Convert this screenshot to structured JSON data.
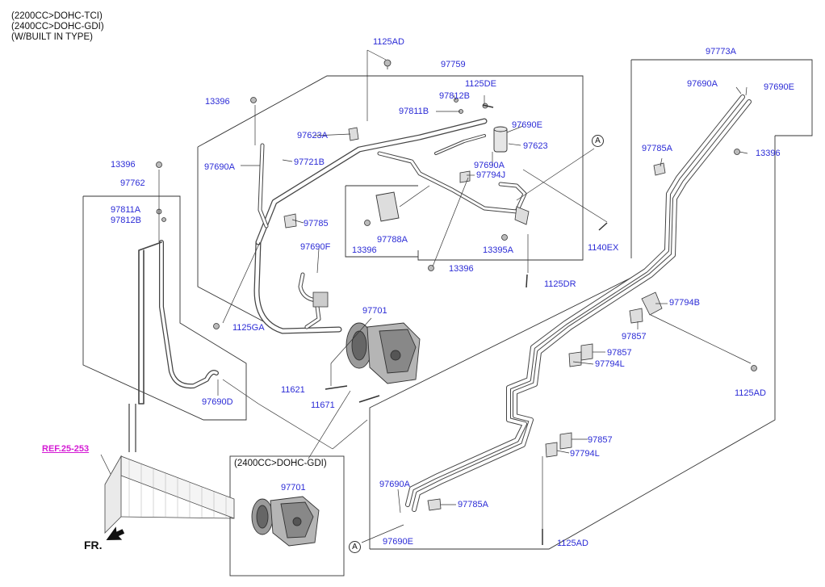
{
  "header_notes": [
    "(2200CC>DOHC-TCI)",
    "(2400CC>DOHC-GDI)",
    "(W/BUILT IN TYPE)"
  ],
  "inset_title": "(2400CC>DOHC-GDI)",
  "reference": "REF.25-253",
  "front_marker": "FR.",
  "callout_letter": "A",
  "part_labels": {
    "p1125AD_top": "1125AD",
    "p97759": "97759",
    "p1125DE": "1125DE",
    "p97812B_top": "97812B",
    "p97811B": "97811B",
    "p13396_a": "13396",
    "p97690E_mid": "97690E",
    "p97623A": "97623A",
    "p97623": "97623",
    "p97690A_a": "97690A",
    "p97721B": "97721B",
    "p97690A_b": "97690A",
    "p97794J": "97794J",
    "p13396_b": "13396",
    "p97762": "97762",
    "p97811A": "97811A",
    "p97812B_left": "97812B",
    "p97785": "97785",
    "p97788A": "97788A",
    "p13396_c": "13396",
    "p13395A": "13395A",
    "p1140EX": "1140EX",
    "p97690F": "97690F",
    "p13396_d": "13396",
    "p1125DR": "1125DR",
    "p97701": "97701",
    "p1125GA": "1125GA",
    "p11621": "11621",
    "p11671": "11671",
    "p97690D": "97690D",
    "p97701_inset": "97701",
    "p97773A": "97773A",
    "p97690A_r": "97690A",
    "p97690E_r": "97690E",
    "p97785A": "97785A",
    "p13396_r": "13396",
    "p97794B": "97794B",
    "p97857_a": "97857",
    "p97857_b": "97857",
    "p97794L_a": "97794L",
    "p1125AD_r": "1125AD",
    "p97857_c": "97857",
    "p97794L_b": "97794L",
    "p97690A_bot": "97690A",
    "p97785A_bot": "97785A",
    "p97690E_bot": "97690E",
    "p1125AD_bot": "1125AD"
  },
  "colors": {
    "label": "#2b2bd6",
    "reference": "#d41ad4",
    "line": "#333333"
  }
}
